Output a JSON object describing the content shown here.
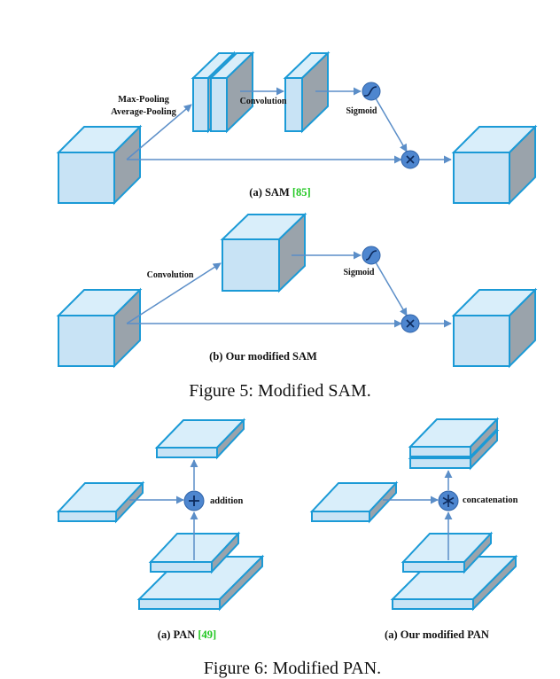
{
  "colors": {
    "front": "#c8e3f5",
    "top": "#d9eefa",
    "side": "#9aa3ab",
    "edge": "#1b9ad6",
    "arrow": "#5b8ec8",
    "node": "#4e86cf",
    "citation": "#22c722"
  },
  "figure5": {
    "caption": "Figure 5: Modified SAM.",
    "panel_a": {
      "label_prefix": "(a) SAM ",
      "citation": "[85]",
      "pooling_label_1": "Max-Pooling",
      "pooling_label_2": "Average-Pooling",
      "convolution_label": "Convolution",
      "sigmoid_label": "Sigmoid",
      "sigmoid_icon": "sigmoid-curve",
      "multiply_icon": "times"
    },
    "panel_b": {
      "label": "(b) Our modified SAM",
      "convolution_label": "Convolution",
      "sigmoid_label": "Sigmoid",
      "sigmoid_icon": "sigmoid-curve",
      "multiply_icon": "times"
    }
  },
  "figure6": {
    "caption": "Figure 6: Modified PAN.",
    "panel_a": {
      "label_prefix": "(a) PAN ",
      "citation": "[49]",
      "op_label": "addition",
      "op_icon": "plus"
    },
    "panel_b": {
      "label": "(a) Our modified PAN",
      "op_label": "concatenation",
      "op_icon": "asterisk"
    }
  }
}
